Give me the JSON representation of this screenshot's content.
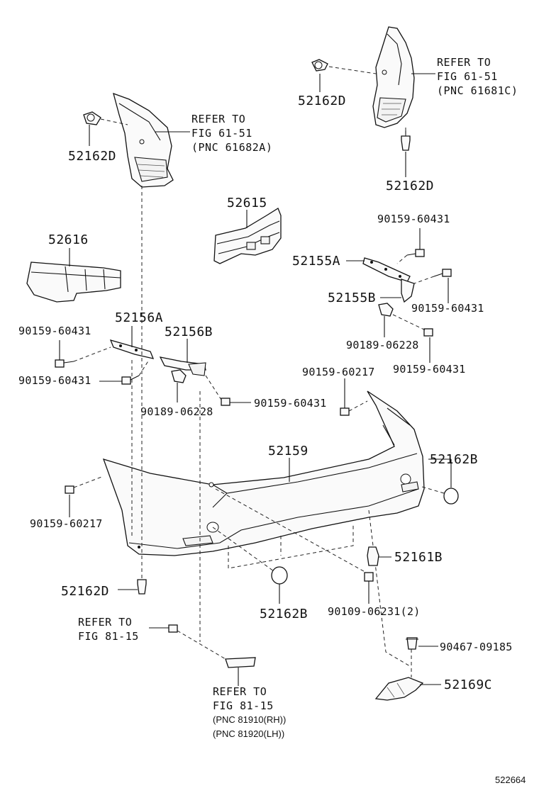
{
  "labels": {
    "p52162D_a": "52162D",
    "p52162D_b": "52162D",
    "p52162D_c": "52162D",
    "p52162D_d": "52162D",
    "p52615": "52615",
    "p52616": "52616",
    "p52155A": "52155A",
    "p52155B": "52155B",
    "p52156A": "52156A",
    "p52156B": "52156B",
    "p90159_60431_a": "90159-60431",
    "p90159_60431_b": "90159-60431",
    "p90159_60431_c": "90159-60431",
    "p90159_60431_d": "90159-60431",
    "p90159_60431_e": "90159-60431",
    "p90159_60431_f": "90159-60431",
    "p90189_06228_a": "90189-06228",
    "p90189_06228_b": "90189-06228",
    "p90159_60217_a": "90159-60217",
    "p90159_60217_b": "90159-60217",
    "p52159": "52159",
    "p52162B_a": "52162B",
    "p52162B_b": "52162B",
    "p52161B": "52161B",
    "p90109_06231": "90109-06231(2)",
    "p90467_09185": "90467-09185",
    "p52169C": "52169C"
  },
  "refs": {
    "ref1_l1": "REFER TO",
    "ref1_l2": "FIG 61-51",
    "ref1_l3": "(PNC 61681C)",
    "ref2_l1": "REFER TO",
    "ref2_l2": "FIG 61-51",
    "ref2_l3": "(PNC 61682A)",
    "ref3_l1": "REFER TO",
    "ref3_l2": "FIG 81-15",
    "ref4_l1": "REFER TO",
    "ref4_l2": "FIG 81-15",
    "ref4_l3": "(PNC 81910(RH))",
    "ref4_l4": "(PNC 81920(LH))"
  },
  "diagram_code": "522664"
}
